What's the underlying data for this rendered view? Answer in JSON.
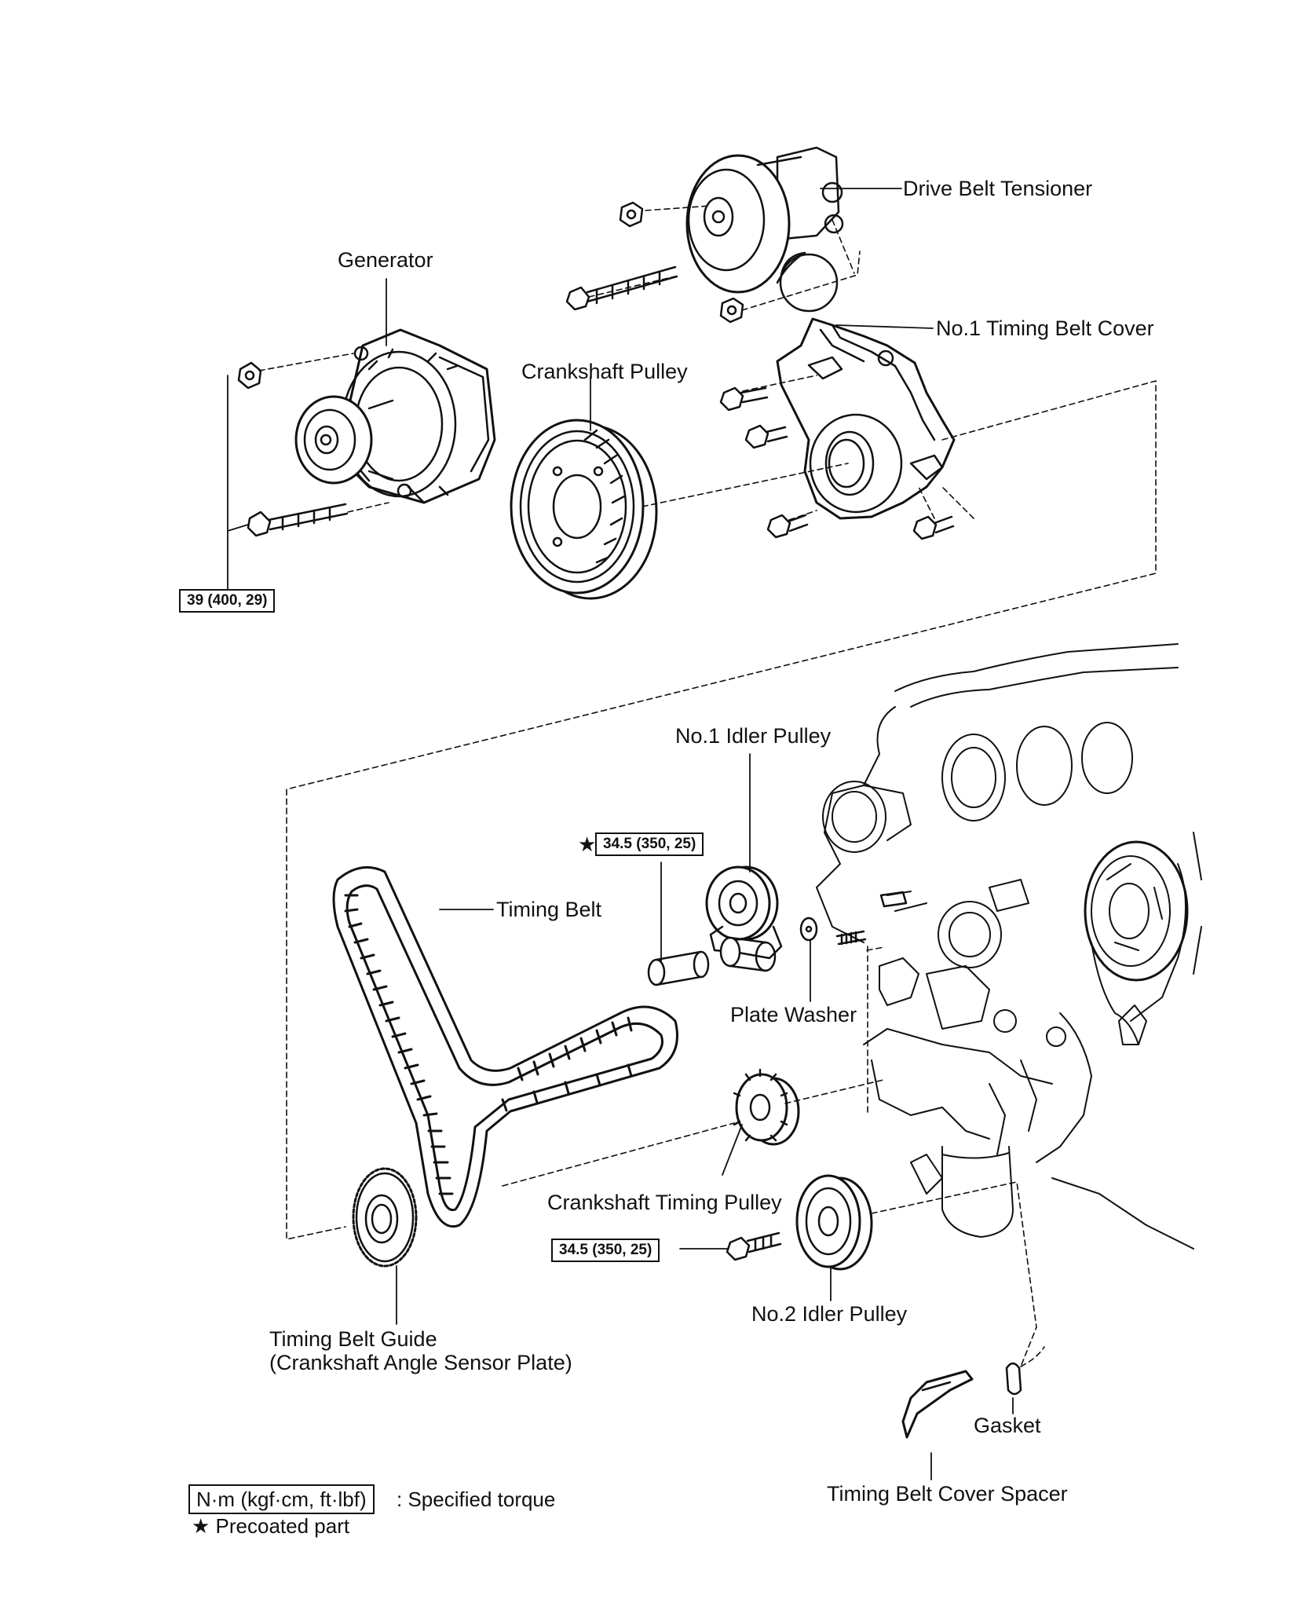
{
  "labels": {
    "drive_belt_tensioner": "Drive Belt Tensioner",
    "generator": "Generator",
    "no1_timing_belt_cover": "No.1 Timing Belt Cover",
    "crankshaft_pulley": "Crankshaft Pulley",
    "no1_idler_pulley": "No.1 Idler Pulley",
    "timing_belt": "Timing Belt",
    "plate_washer": "Plate Washer",
    "crankshaft_timing_pulley": "Crankshaft Timing Pulley",
    "no2_idler_pulley": "No.2 Idler Pulley",
    "timing_belt_guide_line1": "Timing Belt Guide",
    "timing_belt_guide_line2": "(Crankshaft Angle Sensor Plate)",
    "gasket": "Gasket",
    "timing_belt_cover_spacer": "Timing Belt Cover Spacer"
  },
  "torques": {
    "generator_bolts": "39 (400, 29)",
    "no1_idler_bolt": "34.5 (350, 25)",
    "no2_idler_bolt": "34.5 (350, 25)"
  },
  "precoat_marker": "★",
  "legend": {
    "torque_unit_box": "N·m (kgf·cm, ft·lbf)",
    "torque_desc": ": Specified torque",
    "precoat_desc": "★ Precoated part"
  }
}
